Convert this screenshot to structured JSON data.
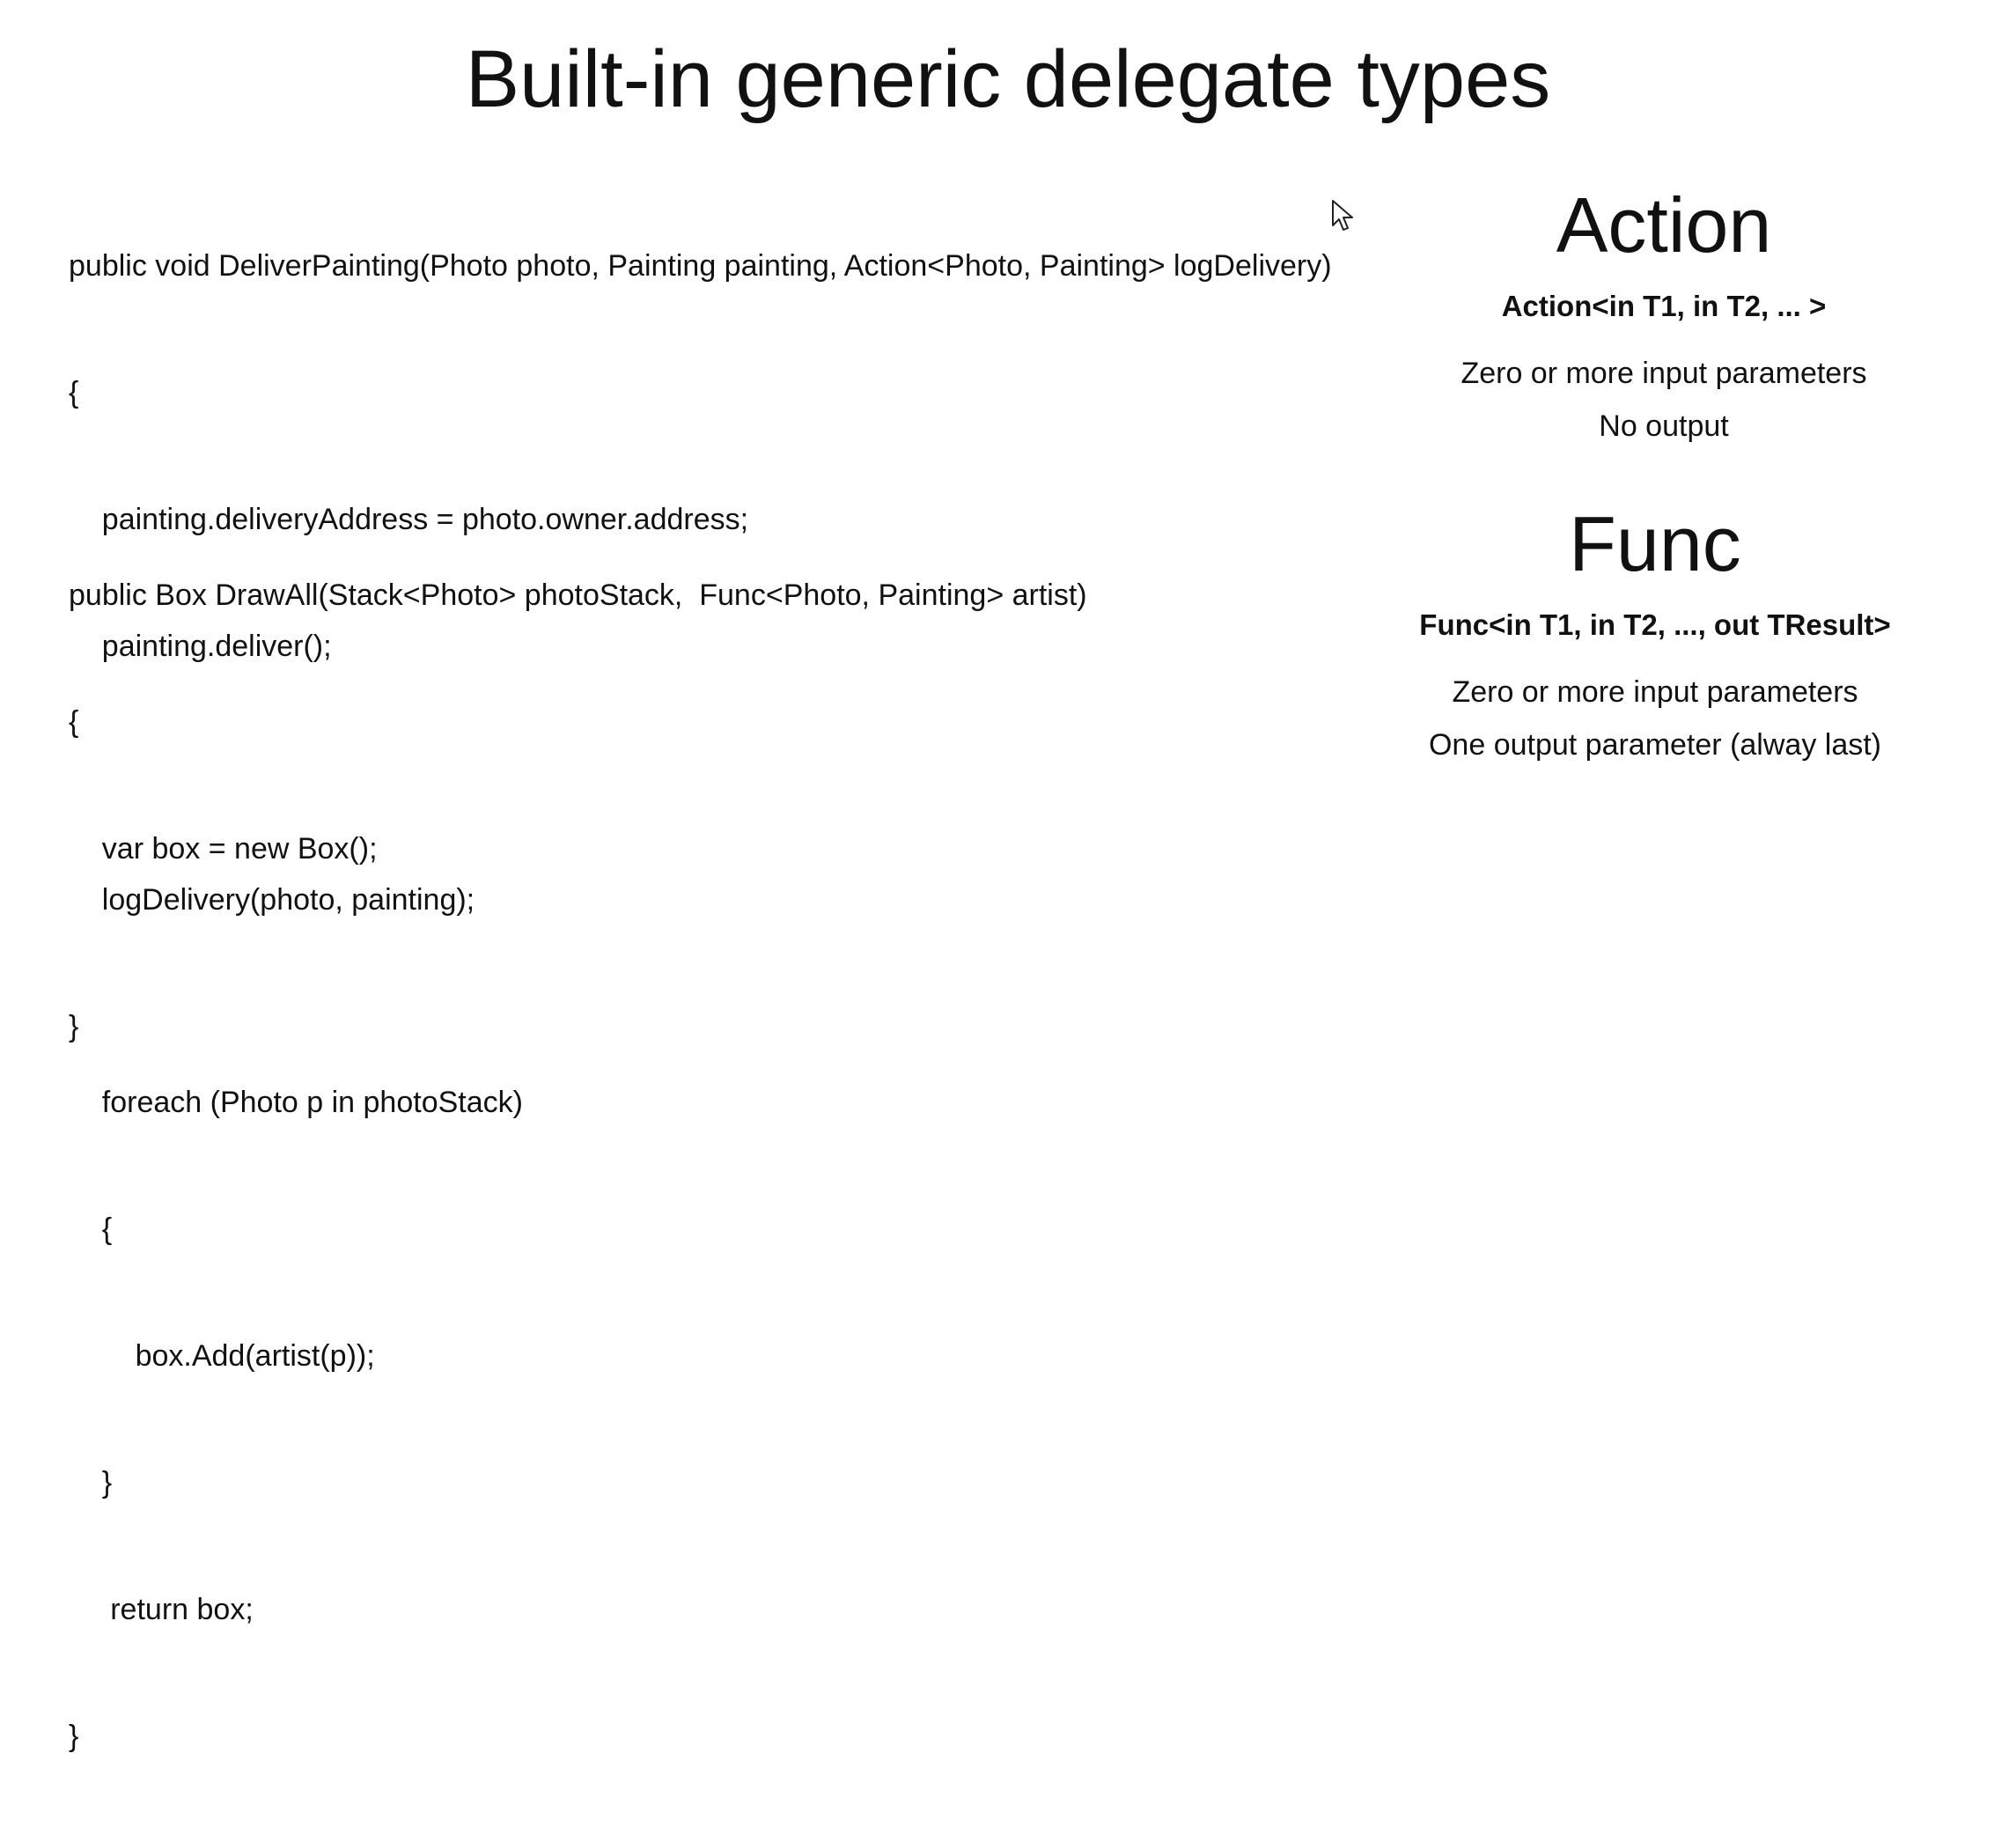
{
  "title": "Built-in generic delegate types",
  "code_block_1": {
    "lines": [
      "public void DeliverPainting(Photo photo, Painting painting, Action<Photo, Painting> logDelivery)",
      "{",
      "    painting.deliveryAddress = photo.owner.address;",
      "    painting.deliver();",
      "",
      "    logDelivery(photo, painting);",
      "}"
    ]
  },
  "code_block_2": {
    "lines": [
      "public Box DrawAll(Stack<Photo> photoStack,  Func<Photo, Painting> artist)",
      "{",
      "    var box = new Box();",
      "",
      "    foreach (Photo p in photoStack)",
      "    {",
      "        box.Add(artist(p));",
      "    }",
      "     return box;",
      "}"
    ]
  },
  "action_panel": {
    "heading": "Action",
    "signature": "Action<in T1, in T2, ... >",
    "desc_1": "Zero or more input parameters",
    "desc_2": "No output"
  },
  "func_panel": {
    "heading": "Func",
    "signature": "Func<in T1, in T2, ...,  out TResult>",
    "desc_1": "Zero or more input parameters",
    "desc_2": "One output parameter (alway last)"
  },
  "icons": {
    "cursor": "mouse-pointer-icon"
  }
}
